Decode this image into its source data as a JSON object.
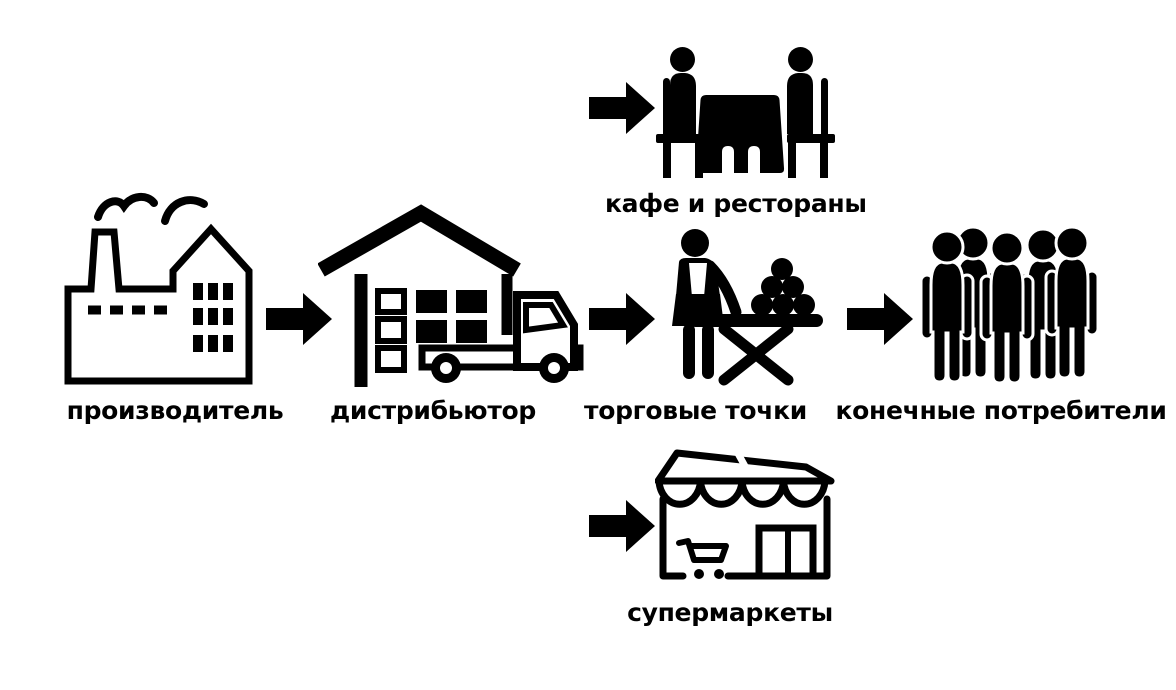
{
  "colors": {
    "ink": "#000000",
    "paper": "#ffffff"
  },
  "diagram": {
    "type": "supply-chain-flow",
    "nodes": [
      {
        "id": "producer",
        "label": "производитель",
        "icon": "factory-icon"
      },
      {
        "id": "distributor",
        "label": "дистрибьютор",
        "icon": "warehouse-truck-icon"
      },
      {
        "id": "retail-outlets",
        "label": "торговые точки",
        "icon": "market-stall-icon"
      },
      {
        "id": "end-consumers",
        "label": "конечные потребители",
        "icon": "people-crowd-icon"
      },
      {
        "id": "cafes-restaurants",
        "label": "кафе и рестораны",
        "icon": "cafe-table-icon"
      },
      {
        "id": "supermarkets",
        "label": "супермаркеты",
        "icon": "storefront-icon"
      }
    ],
    "edges": [
      {
        "from": "producer",
        "to": "distributor"
      },
      {
        "from": "distributor",
        "to": "retail-outlets"
      },
      {
        "from": "retail-outlets",
        "to": "end-consumers"
      },
      {
        "from": "distributor",
        "to": "cafes-restaurants"
      },
      {
        "from": "distributor",
        "to": "supermarkets"
      }
    ]
  }
}
